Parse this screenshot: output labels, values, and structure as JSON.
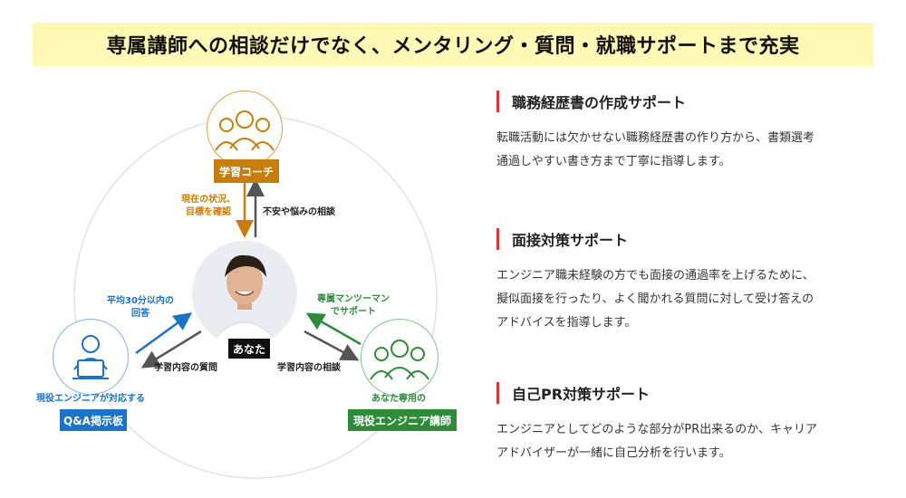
{
  "banner": {
    "title": "専属講師への相談だけでなく、メンタリング・質問・就職サポートまで充実"
  },
  "diagram": {
    "coach": {
      "label": "学習コーチ",
      "color": "#c77d0a",
      "icon": "coach-group-icon"
    },
    "you": {
      "label": "あなた",
      "icon": "person-photo-icon"
    },
    "qa": {
      "label": "Q&A掲示板",
      "caption": "現役エンジニアが対応する",
      "color": "#1a73c9",
      "icon": "engineer-laptop-icon"
    },
    "mentor": {
      "label": "現役エンジニア講師",
      "caption": "あなた専用の",
      "color": "#2e8b3a",
      "icon": "engineer-group-icon"
    },
    "edges": {
      "coach_to_you": [
        "現在の状況、",
        "目標を確認"
      ],
      "you_to_coach": "不安や悩みの相談",
      "qa_to_you": [
        "平均30分以内の",
        "回答"
      ],
      "you_to_qa": "学習内容の質問",
      "mentor_to_you": [
        "専属マンツーマン",
        "でサポート"
      ],
      "you_to_mentor": "学習内容の相談"
    }
  },
  "sections": [
    {
      "title": "職務経歴書の作成サポート",
      "lines": [
        "転職活動には欠かせない職務経歴書の作り方から、書類選考",
        "通過しやすい書き方まで丁寧に指導します。"
      ]
    },
    {
      "title": "面接対策サポート",
      "lines": [
        "エンジニア職未経験の方でも面接の通過率を上げるために、",
        "擬似面接を行ったり、よく聞かれる質問に対して受け答えの",
        "アドバイスを指導します。"
      ]
    },
    {
      "title": "自己PR対策サポート",
      "lines": [
        "エンジニアとしてどのような部分がPR出来るのか、キャリア",
        "アドバイザーが一緒に自己分析を行います。"
      ]
    }
  ]
}
